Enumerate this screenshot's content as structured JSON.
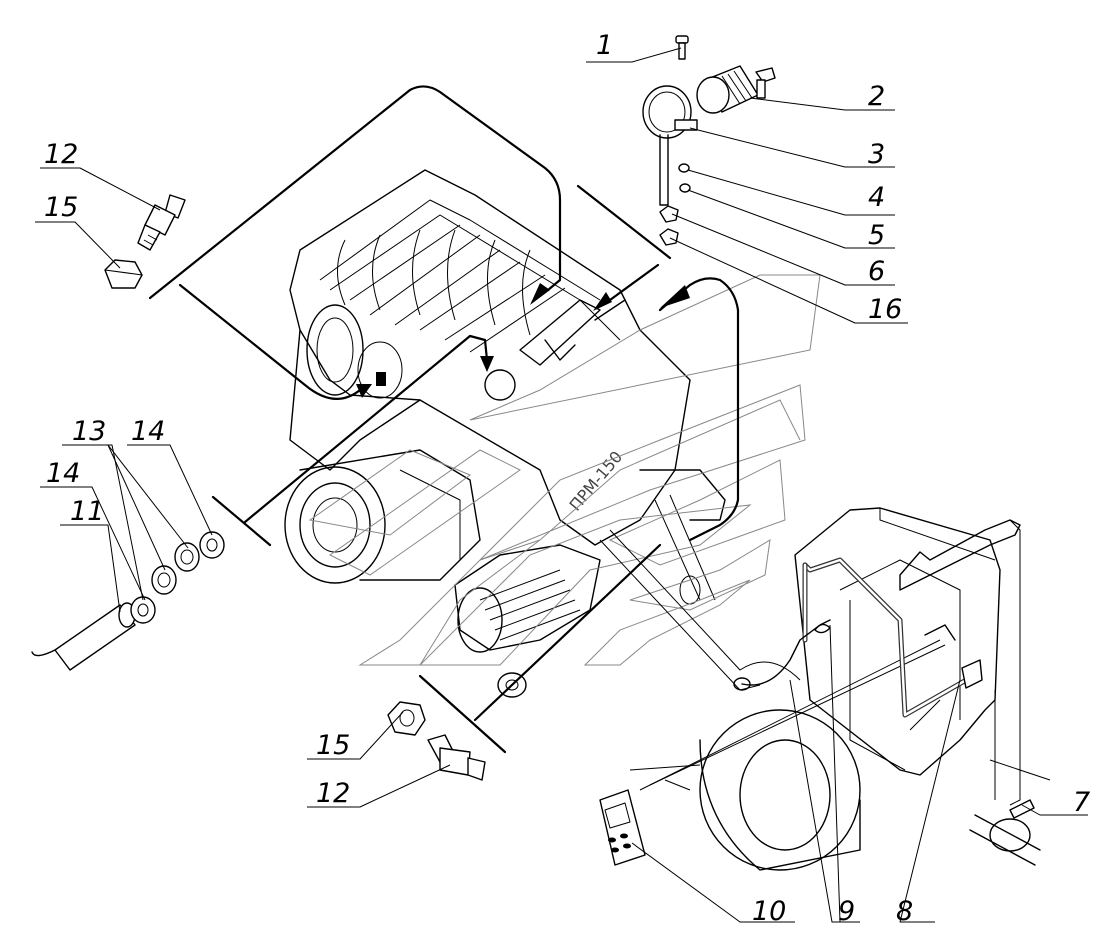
{
  "housing_label": "ПРМ-150",
  "callouts": [
    {
      "id": "c1",
      "label": "1",
      "part": "bolt"
    },
    {
      "id": "c2",
      "label": "2",
      "part": "filter-cap"
    },
    {
      "id": "c3",
      "label": "3",
      "part": "clamp"
    },
    {
      "id": "c4",
      "label": "4",
      "part": "washer"
    },
    {
      "id": "c5",
      "label": "5",
      "part": "washer"
    },
    {
      "id": "c6",
      "label": "6",
      "part": "nut"
    },
    {
      "id": "c16",
      "label": "16",
      "part": "nut"
    },
    {
      "id": "c12a",
      "label": "12",
      "part": "pressure-sensor"
    },
    {
      "id": "c15a",
      "label": "15",
      "part": "hex-nut"
    },
    {
      "id": "c13",
      "label": "13",
      "part": "washer-pair"
    },
    {
      "id": "c14a",
      "label": "14",
      "part": "nut"
    },
    {
      "id": "c14b",
      "label": "14",
      "part": "nut"
    },
    {
      "id": "c11",
      "label": "11",
      "part": "temperature-sensor"
    },
    {
      "id": "c15b",
      "label": "15",
      "part": "hex-nut"
    },
    {
      "id": "c12b",
      "label": "12",
      "part": "pressure-sensor"
    },
    {
      "id": "c7",
      "label": "7",
      "part": "hose-sensor"
    },
    {
      "id": "c10",
      "label": "10",
      "part": "display-unit"
    },
    {
      "id": "c9",
      "label": "9",
      "part": "cable"
    },
    {
      "id": "c8",
      "label": "8",
      "part": "harness"
    }
  ]
}
